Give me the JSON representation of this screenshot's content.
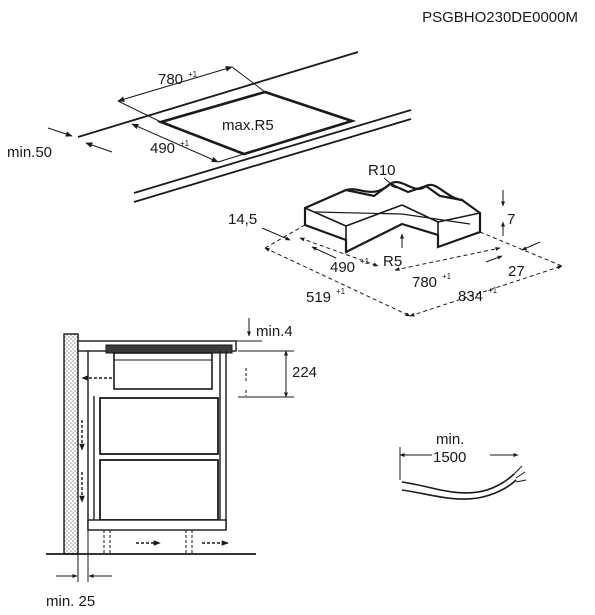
{
  "document_code": "PSGBHO230DE0000M",
  "cutout": {
    "width": "780",
    "width_tol": "+1",
    "depth": "490",
    "depth_tol": "+1",
    "radius": "max.R5",
    "edge_distance": "min.50"
  },
  "frame": {
    "outer_radius": "R10",
    "inner_radius": "R5",
    "rebate_width": "14,5",
    "rebate_depth": "7",
    "rebate_side": "27",
    "inner_depth": "490",
    "inner_depth_tol": "+1",
    "inner_width": "780",
    "inner_width_tol": "+1",
    "outer_depth": "519",
    "outer_depth_tol": "+1",
    "outer_width": "834",
    "outer_width_tol": "+1"
  },
  "section": {
    "top_gap": "min.4",
    "height": "224",
    "wall_distance": "min. 25"
  },
  "cable": {
    "label_line1": "min.",
    "label_line2": "1500"
  }
}
